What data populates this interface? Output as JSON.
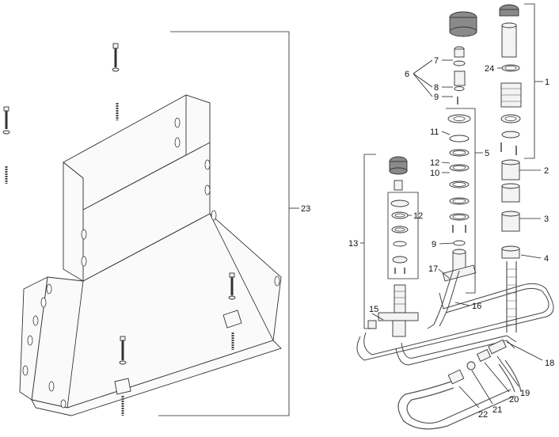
{
  "callouts": [
    {
      "id": "c1",
      "text": "1"
    },
    {
      "id": "c2",
      "text": "2"
    },
    {
      "id": "c3",
      "text": "3"
    },
    {
      "id": "c4",
      "text": "4"
    },
    {
      "id": "c5",
      "text": "5"
    },
    {
      "id": "c6",
      "text": "6"
    },
    {
      "id": "c7",
      "text": "7"
    },
    {
      "id": "c8",
      "text": "8"
    },
    {
      "id": "c9a",
      "text": "9"
    },
    {
      "id": "c9b",
      "text": "9"
    },
    {
      "id": "c10",
      "text": "10"
    },
    {
      "id": "c11",
      "text": "11"
    },
    {
      "id": "c12a",
      "text": "12"
    },
    {
      "id": "c12b",
      "text": "12"
    },
    {
      "id": "c13",
      "text": "13"
    },
    {
      "id": "c15",
      "text": "15"
    },
    {
      "id": "c16",
      "text": "16"
    },
    {
      "id": "c17",
      "text": "17"
    },
    {
      "id": "c18",
      "text": "18"
    },
    {
      "id": "c19",
      "text": "19"
    },
    {
      "id": "c20",
      "text": "20"
    },
    {
      "id": "c21",
      "text": "21"
    },
    {
      "id": "c22",
      "text": "22"
    },
    {
      "id": "c23",
      "text": "23"
    },
    {
      "id": "c24",
      "text": "24"
    }
  ]
}
